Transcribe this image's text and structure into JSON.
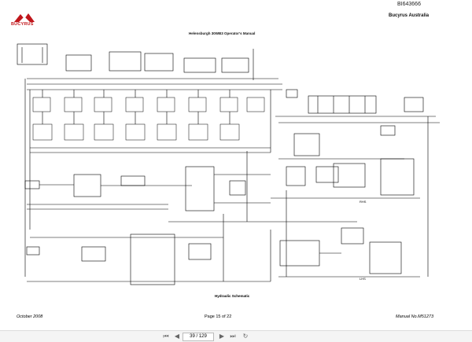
{
  "header": {
    "doc_id": "BI643666",
    "company": "Bucyrus Australia",
    "logo_text": "BUCYRUS",
    "manual_title": "Helensburgh 30WB3 Operator's Manual"
  },
  "diagram": {
    "title": "Hydraulic Schematic",
    "labels": [
      "LHS",
      "RHS"
    ]
  },
  "footer": {
    "date": "October 2008",
    "page": "Page 15 of 22",
    "manual_no": "Manual No.M51273"
  },
  "viewer": {
    "current_page": "39 / 129",
    "icons": [
      "first-page-icon",
      "previous-page-icon",
      "next-page-icon",
      "last-page-icon",
      "navigate-icon"
    ]
  },
  "colors": {
    "brand_red": "#c0161b",
    "line": "#000000"
  }
}
